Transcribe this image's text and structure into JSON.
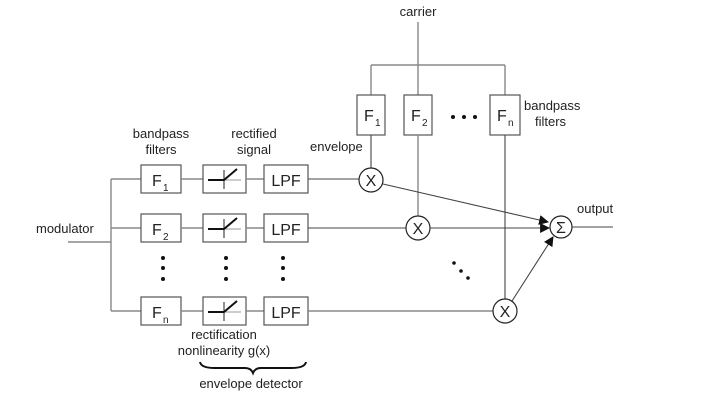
{
  "labels": {
    "carrier": "carrier",
    "modulator": "modulator",
    "output": "output",
    "bandpass_left_1": "bandpass",
    "bandpass_left_2": "filters",
    "rectified_1": "rectified",
    "rectified_2": "signal",
    "envelope": "envelope",
    "bandpass_right_1": "bandpass",
    "bandpass_right_2": "filters",
    "rectification_1": "rectification",
    "rectification_2": "nonlinearity g(x)",
    "envelope_detector": "envelope detector"
  },
  "blocks": {
    "filter_symbol": "F",
    "filter_subscripts": [
      "1",
      "2",
      "n"
    ],
    "lpf": "LPF",
    "multiplier": "X",
    "summer": "Σ"
  }
}
